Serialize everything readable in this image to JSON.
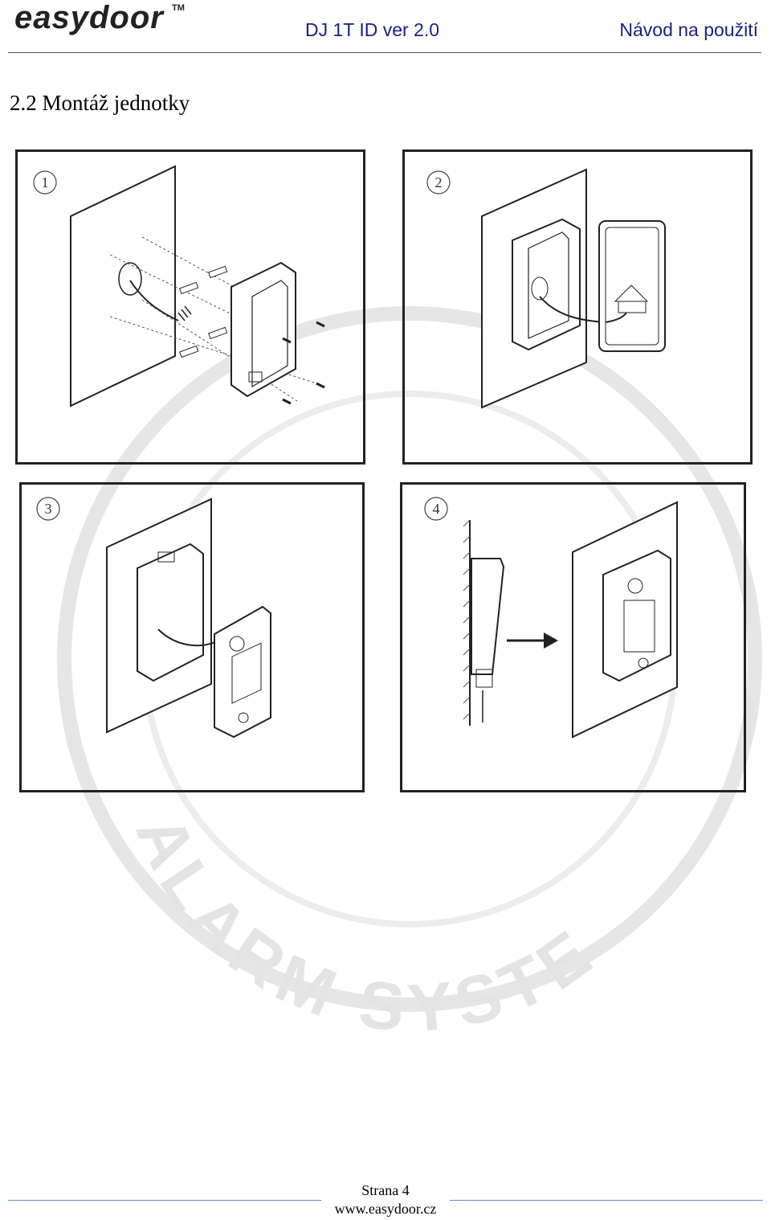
{
  "header": {
    "logo_text": "easydoor",
    "logo_tm": "TM",
    "model": "DJ 1T ID ver 2.0",
    "doc_title": "Návod na použití"
  },
  "section": {
    "title": "2.2 Montáž jednotky"
  },
  "steps": [
    {
      "number": "1"
    },
    {
      "number": "2"
    },
    {
      "number": "3"
    },
    {
      "number": "4"
    }
  ],
  "watermark": {
    "text": "ALARM SYSTE"
  },
  "footer": {
    "page": "Strana 4",
    "url": "www.easydoor.cz"
  },
  "colors": {
    "header_text": "#1a237e",
    "footer_line": "#6a8fc0",
    "watermark": "#e6e6e6"
  }
}
